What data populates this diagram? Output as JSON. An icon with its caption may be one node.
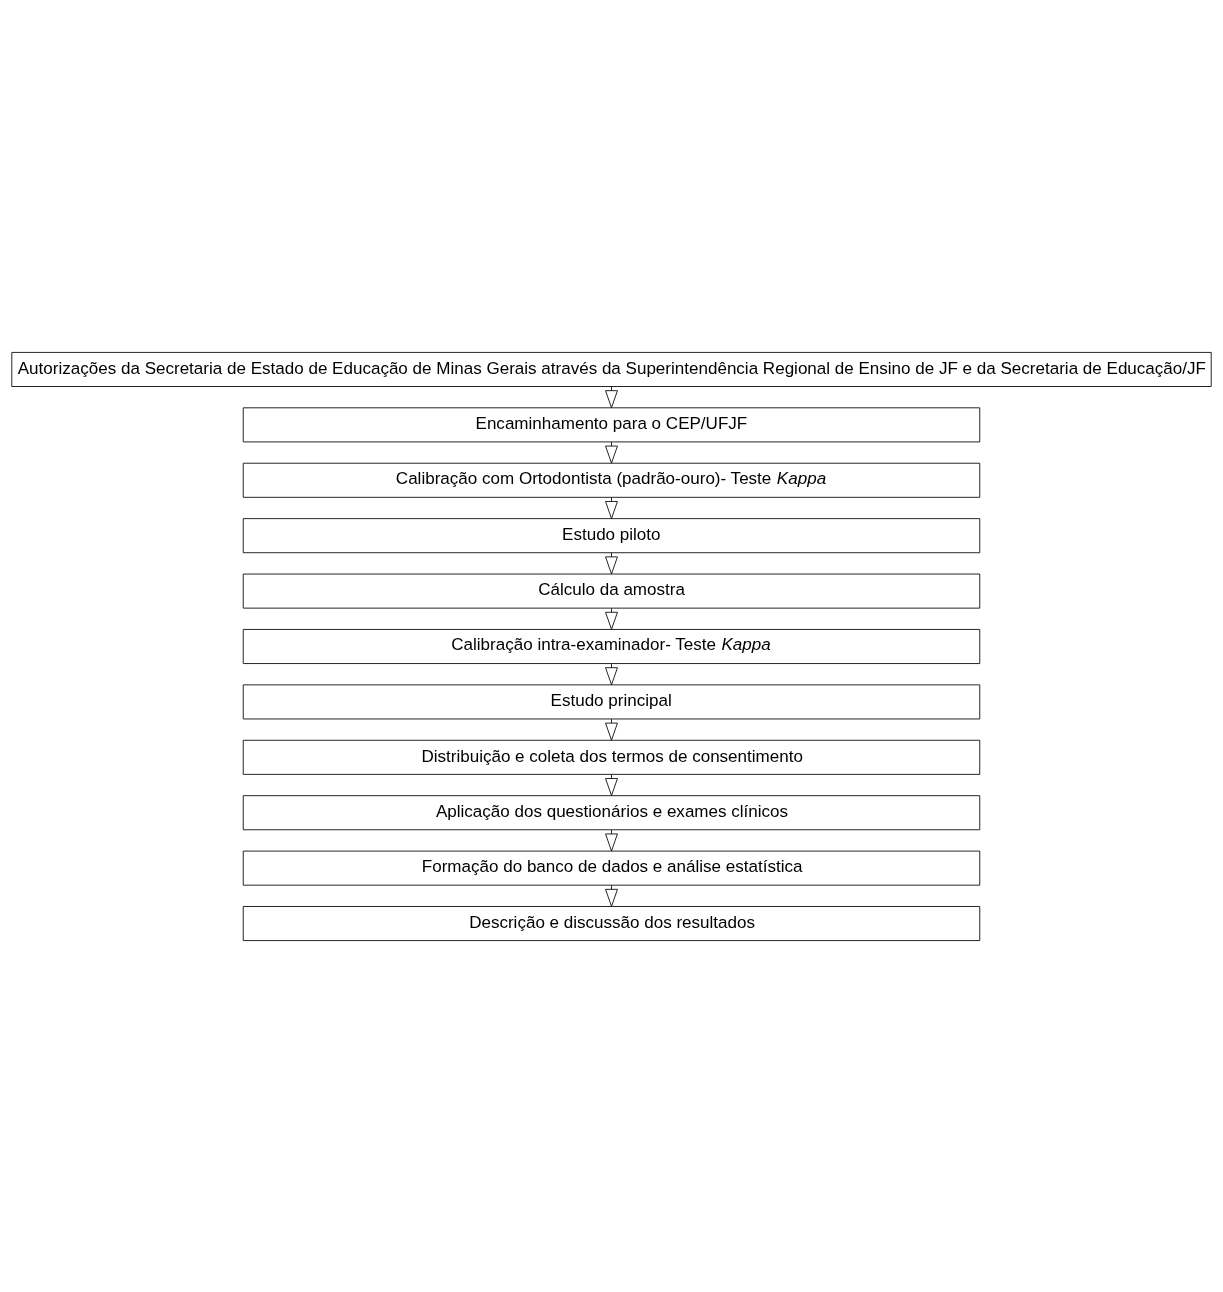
{
  "diagram": {
    "nodes": [
      {
        "text": [
          "Autorizações da Secretaria de Estado de Educação de Minas Gerais através da Superintendência Regional de Ensino de JF e da Secretaria de Educação/JF"
        ]
      },
      {
        "text": [
          "Encaminhamento para o CEP/UFJF"
        ]
      },
      {
        "text": [
          "Calibração com Ortodontista (padrão-ouro)- Teste *Kappa*"
        ]
      },
      {
        "text": [
          "Estudo piloto"
        ]
      },
      {
        "text": [
          "Cálculo da amostra"
        ]
      },
      {
        "text": [
          "Calibração intra-examinador- Teste *Kappa*"
        ]
      },
      {
        "text": [
          "Estudo principal"
        ]
      },
      {
        "text": [
          "Distribuição e coleta dos termos de consentimento"
        ]
      },
      {
        "text": [
          "Aplicação dos questionários e exames clínicos"
        ]
      },
      {
        "text": [
          "Formação do banco de dados e análise estatística"
        ]
      },
      {
        "text": [
          "Descrição e discussão dos resultados"
        ]
      }
    ],
    "edges": [
      {
        "from": 0,
        "to": 1,
        "arrow": "to"
      },
      {
        "from": 1,
        "to": 2,
        "arrow": "to"
      },
      {
        "from": 2,
        "to": 3,
        "arrow": "to"
      },
      {
        "from": 3,
        "to": 4,
        "arrow": "to"
      },
      {
        "from": 4,
        "to": 5,
        "arrow": "to"
      },
      {
        "from": 5,
        "to": 6,
        "arrow": "to"
      },
      {
        "from": 6,
        "to": 7,
        "arrow": "to"
      },
      {
        "from": 7,
        "to": 8,
        "arrow": "to"
      },
      {
        "from": 8,
        "to": 9,
        "arrow": "to"
      },
      {
        "from": 9,
        "to": 10,
        "arrow": "to"
      }
    ]
  }
}
